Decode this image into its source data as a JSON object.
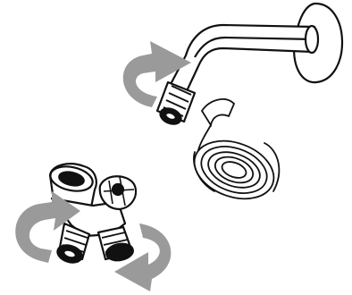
{
  "figure": {
    "kind": "shower diverter installation diagram",
    "parts": [
      "shower-arm",
      "thread-seal-tape",
      "diverter-valve"
    ],
    "icons": {
      "arm_rotation": "curved-arrow-icon",
      "diverter_rotation_left": "curved-arrow-icon",
      "diverter_rotation_right": "curved-arrow-icon"
    }
  },
  "colors": {
    "background": "#ffffff",
    "line": "#111111",
    "arrow": "#9a9a9a",
    "body_fill": "#ffffff"
  }
}
